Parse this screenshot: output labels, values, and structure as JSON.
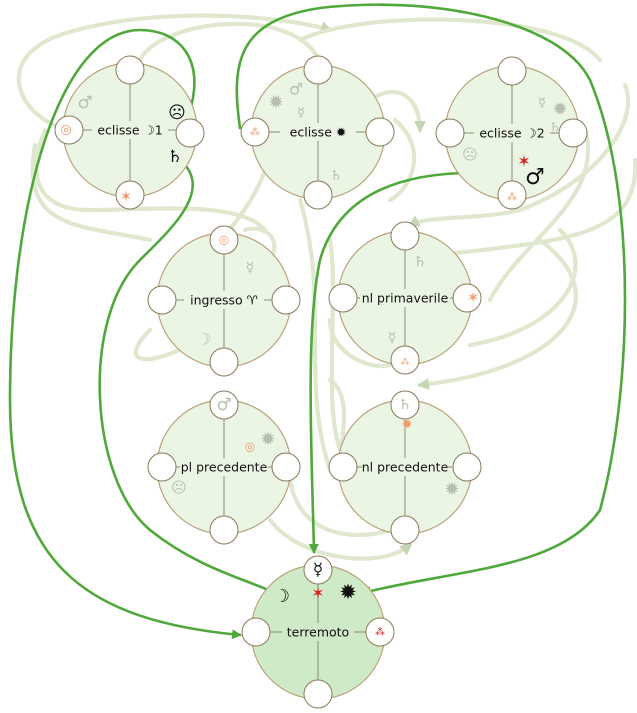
{
  "nodes": [
    {
      "id": "eclisse-d1",
      "label": "eclisse ☽1"
    },
    {
      "id": "eclisse-sun",
      "label": "eclisse ✹"
    },
    {
      "id": "eclisse-d2",
      "label": "eclisse ☽2"
    },
    {
      "id": "ingresso-aries",
      "label": "ingresso ♈"
    },
    {
      "id": "nl-primaverile",
      "label": "nl primaverile"
    },
    {
      "id": "pl-precedente",
      "label": "pl precedente"
    },
    {
      "id": "nl-precedente",
      "label": "nl precedente"
    },
    {
      "id": "terremoto",
      "label": "terremoto"
    }
  ],
  "colors": {
    "strong_link": "#4fa83a",
    "faint_link": "#dfe8cf",
    "node_fill": "#eaf5e4",
    "main_node_fill": "#cfeac6"
  },
  "symbols": {
    "mars": "♂",
    "saturn": "♄",
    "mercury": "☿",
    "moon": "☽",
    "sun": "✹",
    "star": "✶",
    "face": "☹",
    "spiral": "◎",
    "dots": "⁂"
  }
}
